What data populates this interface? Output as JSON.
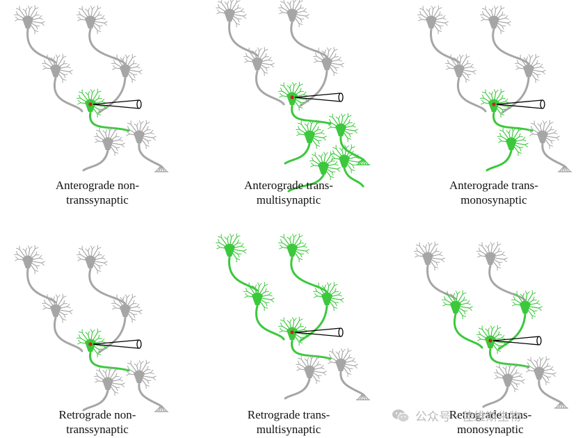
{
  "panels": [
    {
      "caption_line1": "Anterograde non-",
      "caption_line2": "transsynaptic",
      "mode": "antero_non"
    },
    {
      "caption_line1": "Anterograde trans-",
      "caption_line2": "multisynaptic",
      "mode": "antero_multi"
    },
    {
      "caption_line1": "Anterograde trans-",
      "caption_line2": "monosynaptic",
      "mode": "antero_mono"
    },
    {
      "caption_line1": "Retrograde non-",
      "caption_line2": "transsynaptic",
      "mode": "retro_non"
    },
    {
      "caption_line1": "Retrograde trans-",
      "caption_line2": "multisynaptic",
      "mode": "retro_multi"
    },
    {
      "caption_line1": "Retrograde trans-",
      "caption_line2": "monosynaptic",
      "mode": "retro_mono"
    }
  ],
  "colors": {
    "labeled": "#3cc83c",
    "unlabeled": "#a6a6a6",
    "injection": "#cc2222",
    "pipette": "#000000"
  },
  "watermark": {
    "text": "公众号 · 佳维斯生物",
    "icon": "wechat-icon"
  }
}
